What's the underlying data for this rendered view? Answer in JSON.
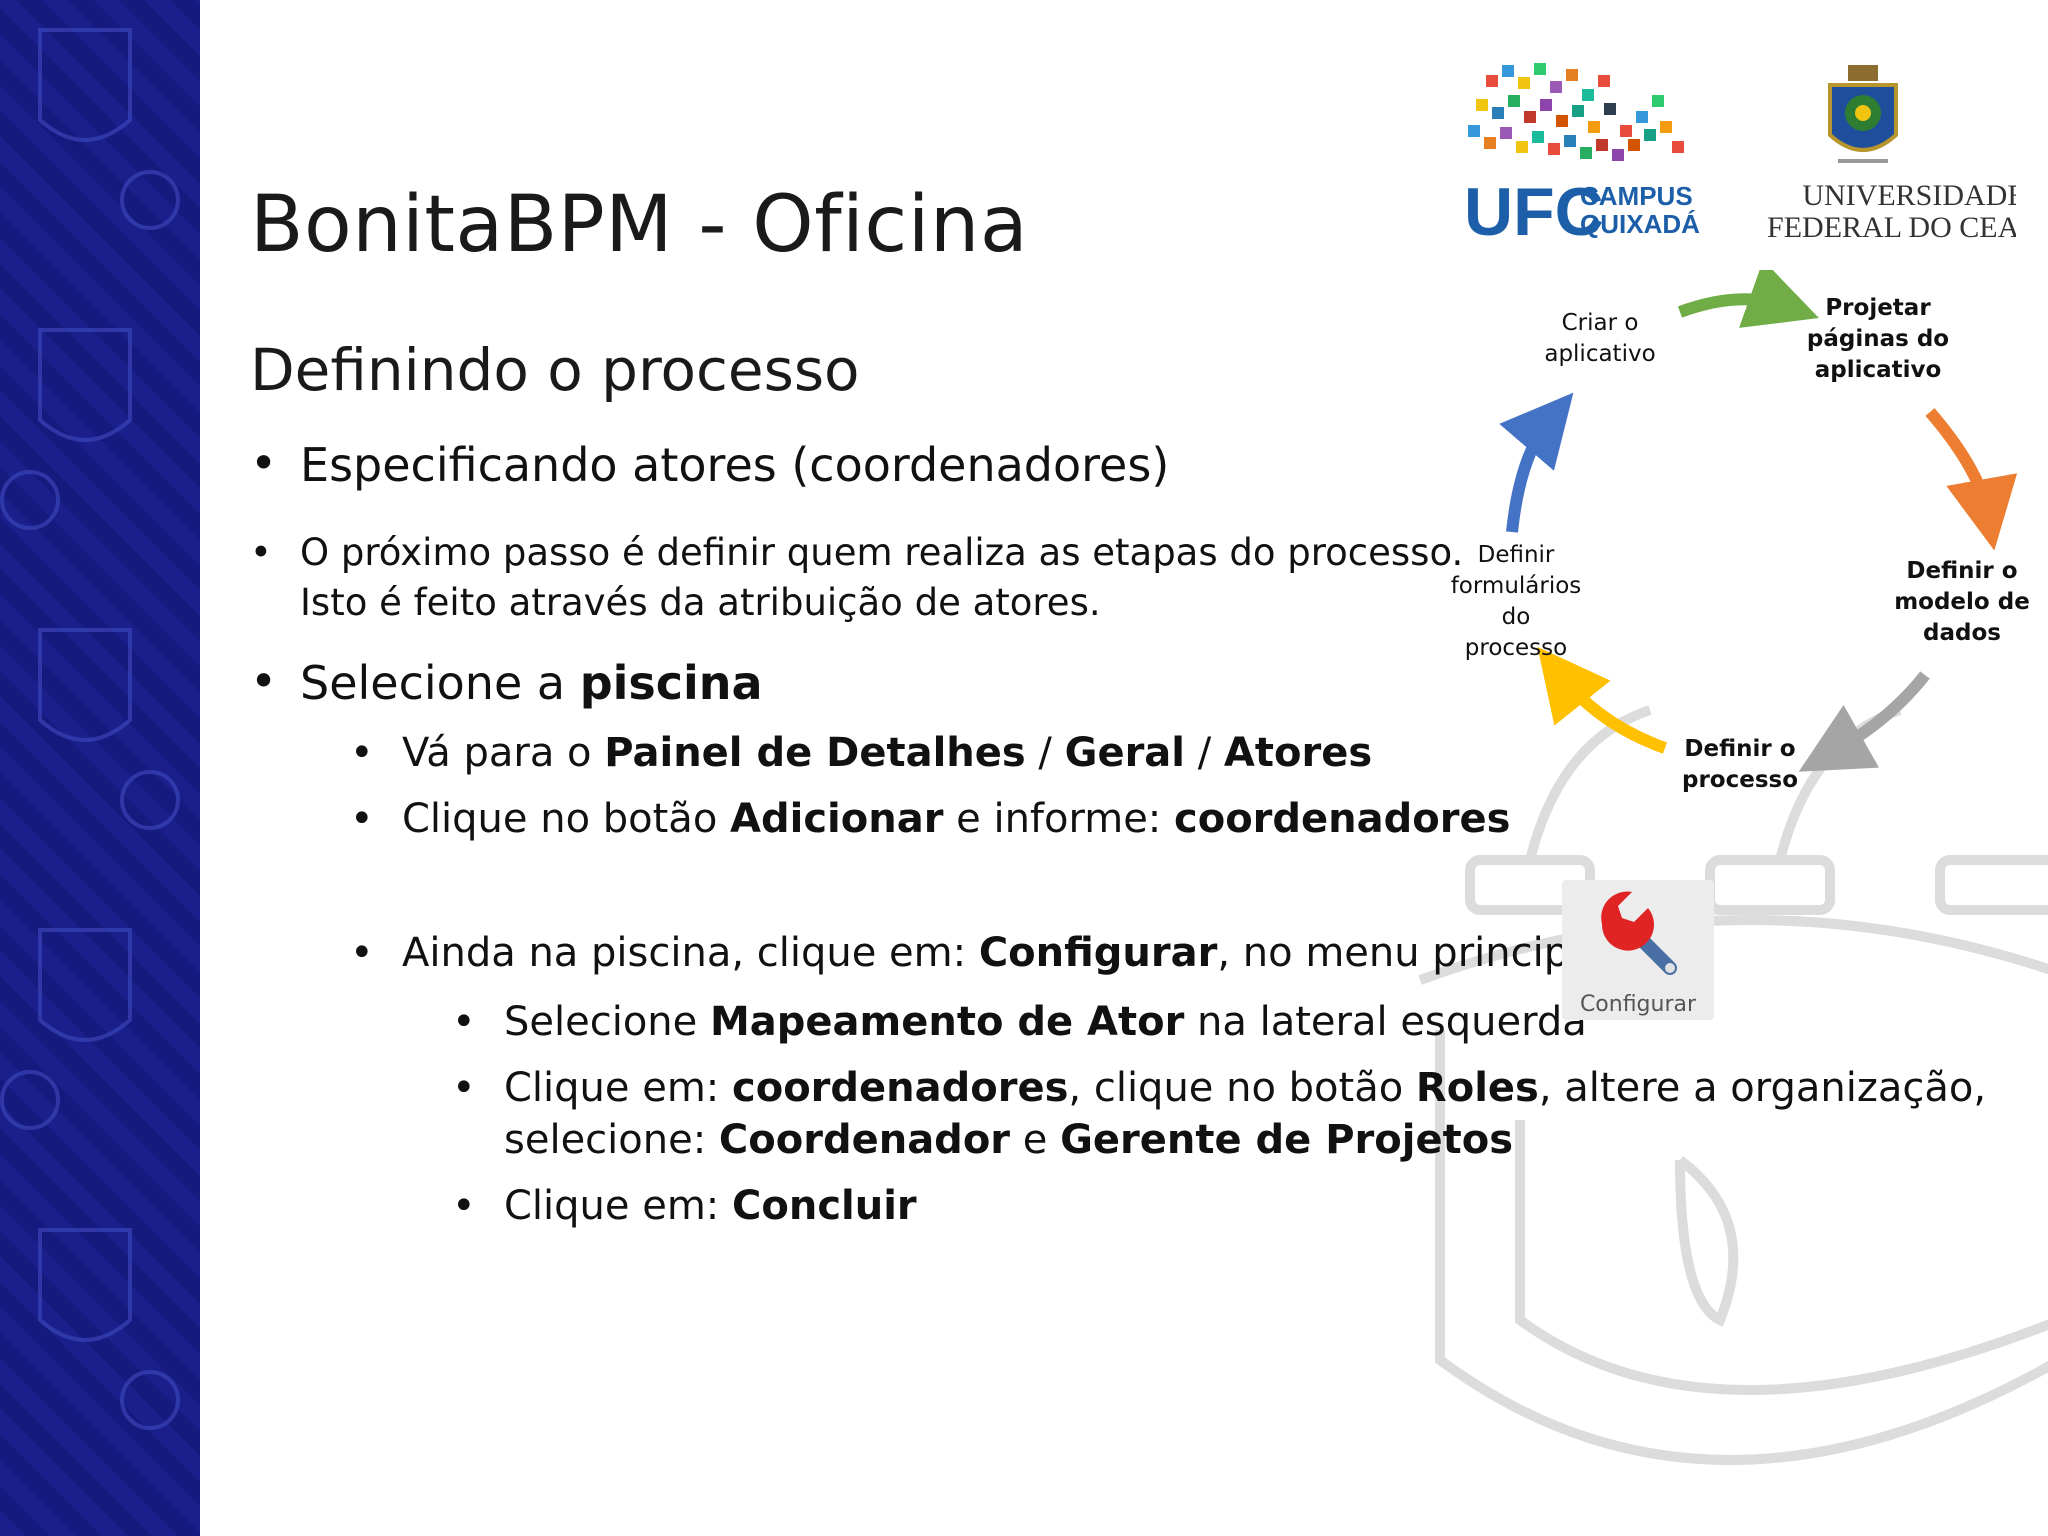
{
  "slide": {
    "title": "BonitaBPM - Oficina",
    "subtitle": "Definindo o processo"
  },
  "bullets": {
    "b1": "Especificando atores (coordenadores)",
    "b2_line1": "O próximo passo é definir quem realiza as etapas do processo.",
    "b2_line2": "Isto é feito através da atribuição de atores.",
    "b3_prefix": "Selecione a ",
    "b3_bold": "piscina",
    "b3_1": {
      "p1": "Vá para o ",
      "s1": "Painel de Detalhes",
      "p2": " / ",
      "s2": "Geral",
      "p3": " / ",
      "s3": "Atores"
    },
    "b3_2": {
      "p1": "Clique no botão ",
      "s1": "Adicionar",
      "p2": " e informe: ",
      "s2": "coordenadores"
    },
    "b3_3": {
      "p1": "Ainda na piscina, clique em: ",
      "s1": "Configurar",
      "p2": ", no menu principal"
    },
    "b4_1": {
      "p1": "Selecione ",
      "s1": "Mapeamento de Ator",
      "p2": " na lateral esquerda"
    },
    "b4_2": {
      "p1": "Clique em: ",
      "s1": "coordenadores",
      "p2": ", clique no botão ",
      "s2": "Roles",
      "p3": ", altere a organização,",
      "p4": "selecione: ",
      "s3": "Coordenador",
      "p5": " e ",
      "s4": "Gerente de Projetos"
    },
    "b4_3": {
      "p1": "Clique em: ",
      "s1": "Concluir"
    }
  },
  "bullet_char": "•",
  "cycle": {
    "criar": [
      "Criar o",
      "aplicativo"
    ],
    "projetar": [
      "Projetar",
      "páginas do",
      "aplicativo"
    ],
    "modelo": [
      "Definir o",
      "modelo de",
      "dados"
    ],
    "processo": [
      "Definir o",
      "processo"
    ],
    "formularios": [
      "Definir",
      "formulários",
      "do",
      "processo"
    ],
    "arrow_colors": {
      "green": "#70ad47",
      "orange": "#ed7d31",
      "gray": "#a5a5a5",
      "yellow": "#ffc000",
      "blue": "#4472c4"
    }
  },
  "logos": {
    "ufc_text": "UFC",
    "campus_line1": "CAMPUS",
    "campus_line2": "QUIXADÁ",
    "univ_line1": "UNIVERSIDADE",
    "univ_line2": "FEDERAL DO CEARÁ"
  },
  "configurar_button": {
    "label": "Configurar",
    "icon": "wrench-icon"
  },
  "colors": {
    "sidebar": "#1a1f8c",
    "ufc_blue": "#1c5fa8"
  }
}
